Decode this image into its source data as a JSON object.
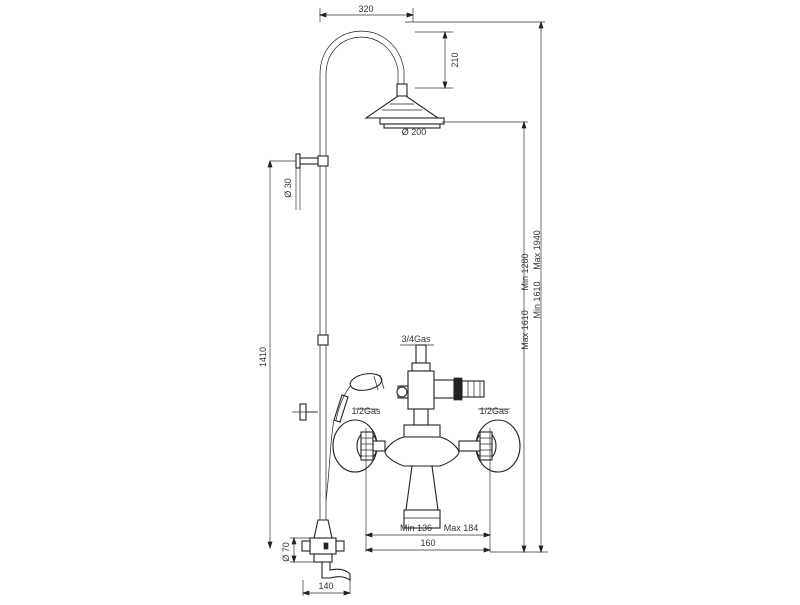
{
  "dimensions": {
    "arm_width": "320",
    "arm_drop": "210",
    "head_diameter": "Ø 200",
    "riser_diameter": "Ø 30",
    "riser_height": "1410",
    "height_range_a": "Max 1610",
    "height_range_b": "Min 1280",
    "height_range_c": "Min 1610",
    "height_range_d": "Max 1940",
    "outlet_thread": "3/4Gas",
    "inlet_left": "1/2Gas",
    "inlet_right": "1/2Gas",
    "center_min": "Min 136",
    "center_max": "Max 184",
    "center_distance": "160",
    "spout_diameter": "Ø 70",
    "spout_projection": "140"
  },
  "colors": {
    "line": "#222222",
    "background": "#ffffff"
  }
}
